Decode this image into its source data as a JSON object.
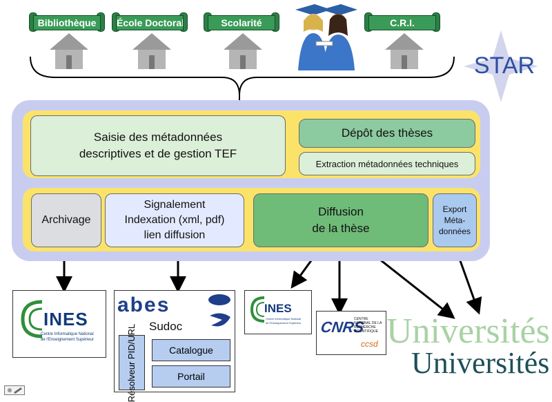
{
  "top_labels": [
    "Bibliothèque",
    "École Doctorale",
    "Scolarité",
    "C.R.I."
  ],
  "star": "STAR",
  "upper": {
    "saisie": "Saisie des métadonnées descriptives et de gestion TEF",
    "depot": "Dépôt des thèses",
    "extraction": "Extraction métadonnées techniques"
  },
  "lower": {
    "archivage": "Archivage",
    "signalement": [
      "Signalement",
      "Indexation (xml, pdf)",
      "lien diffusion"
    ],
    "diffusion": [
      "Diffusion",
      "de la thèse"
    ],
    "export": [
      "Export",
      "Méta-",
      "données"
    ]
  },
  "cines": {
    "name": "INES",
    "sub1": "Centre Informatique National",
    "sub2": "de l'Enseignement Supérieur"
  },
  "abes": {
    "name": "abes",
    "sudoc": "Sudoc",
    "resolveur": "Résolveur PID/URL",
    "catalogue": "Catalogue",
    "portail": "Portail"
  },
  "cnrs": {
    "name": "CNRS",
    "text": "CENTRE NATIONAL DE LA RECHERCHE SCIENTIFIQUE",
    "ccsd": "ccsd"
  },
  "universites": "Universités",
  "colors": {
    "outer_frame": "#c8cdf0",
    "yellow_band": "#fbe36a",
    "light_green": "#dcefd8",
    "mid_green": "#8ccaa0",
    "dark_green": "#6fbb78",
    "grey": "#dcdde0",
    "light_blue": "#e3eaff",
    "blue": "#a9c9ef"
  }
}
